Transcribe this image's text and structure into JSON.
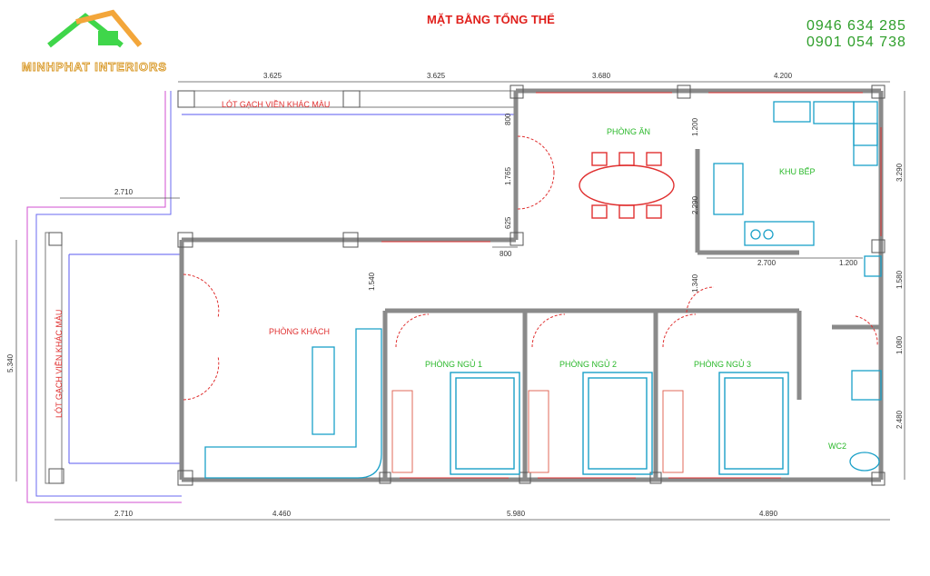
{
  "title": "MẶT BẰNG TỔNG THỂ",
  "phones": [
    "0946 634 285",
    "0901 054 738"
  ],
  "brand": "MINHPHAT INTERIORS",
  "rooms": {
    "dining": "PHÒNG ĂN",
    "kitchen": "KHU BẾP",
    "living": "PHÒNG KHÁCH",
    "bed1": "PHÒNG NGỦ 1",
    "bed2": "PHÒNG NGỦ 2",
    "bed3": "PHÒNG NGỦ 3",
    "wc": "WC2"
  },
  "notes": {
    "tile_top": "LÓT GẠCH VIỀN KHÁC MÀU",
    "tile_left": "LÓT GẠCH VIỀN KHÁC MÀU"
  },
  "dims": {
    "top": [
      "3.625",
      "3.625",
      "3.680",
      "4.200"
    ],
    "bottom": [
      "2.710",
      "4.460",
      "5.980",
      "4.890"
    ],
    "left_total": "5.340",
    "porch": "2.710",
    "right": [
      "3.290",
      "1.580",
      "1.080",
      "2.480"
    ],
    "dining_side": [
      "800",
      "1.765",
      "625"
    ],
    "door_800": "800",
    "living_v": "1.540",
    "kitchen_v": [
      "1.200",
      "2.290"
    ],
    "kitchen_h": [
      "2.700",
      "1.200"
    ],
    "bed_v": "1.340"
  },
  "colors": {
    "wall": "#8a8a8a",
    "door": "#e03030",
    "furniture": "#1aa0c8",
    "room_label": "#2ab82a",
    "dining_label": "#e03030",
    "dim_text": "#333333"
  }
}
